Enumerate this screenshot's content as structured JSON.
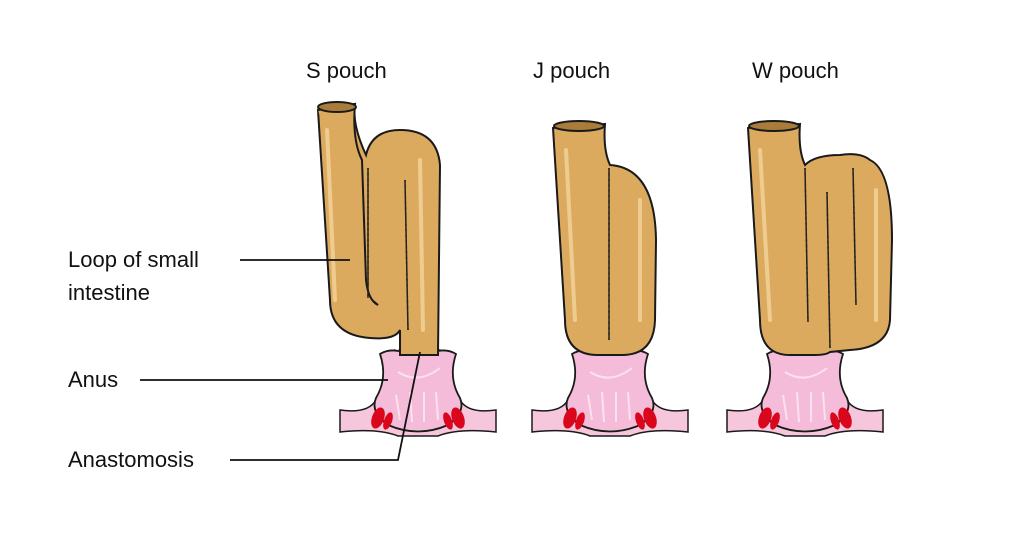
{
  "titles": {
    "s": "S pouch",
    "j": "J pouch",
    "w": "W pouch"
  },
  "labels": {
    "loop_line1": "Loop of small",
    "loop_line2": "intestine",
    "anus": "Anus",
    "anastomosis": "Anastomosis"
  },
  "colors": {
    "bowel": "#dcaa5e",
    "anus": "#f4bcd9",
    "muscle": "#d9061c"
  }
}
